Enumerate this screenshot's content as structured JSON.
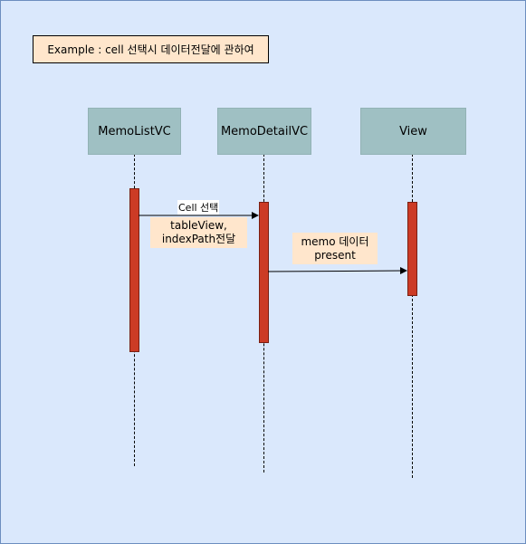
{
  "title": "Example : cell 선택시 데이터전달에 관하여",
  "participants": {
    "list": "MemoListVC",
    "detail": "MemoDetailVC",
    "view": "View"
  },
  "messages": {
    "select_label": "Cell 선택",
    "note1_line1": "tableView,",
    "note1_line2": "indexPath전달",
    "note2_line1": "memo 데이터",
    "note2_line2": "present"
  }
}
